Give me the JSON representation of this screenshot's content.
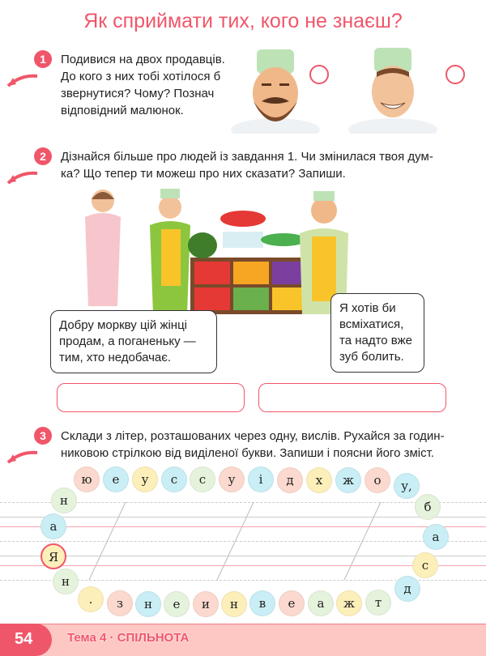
{
  "title": "Як сприймати тих, кого не знаєш?",
  "tasks": [
    {
      "num": "1",
      "lines": [
        "Подивися на двох продавців.",
        "До кого з них тобі хотілося б",
        "звернутися? Чому? Познач",
        "відповідний малюнок."
      ]
    },
    {
      "num": "2",
      "lines": [
        "Дізнайся більше про людей із завдання 1. Чи змінилася твоя дум-",
        "ка? Що тепер ти можеш про них сказати? Запиши."
      ]
    },
    {
      "num": "3",
      "lines": [
        "Склади з літер, розташованих через одну, вислів. Рухайся за годин-",
        "никовою стрілкою від виділеної букви. Запиши і поясни його зміст."
      ]
    }
  ],
  "bubbles": {
    "left": [
      "Добру моркву цій жінці",
      "продам, а поганеньку —",
      "тим, хто недобачає."
    ],
    "right": [
      "Я хотів би",
      "всміхатися,",
      "та надто вже",
      "зуб болить."
    ]
  },
  "letters": [
    {
      "ch": "ю",
      "c": "#fcd9cf"
    },
    {
      "ch": "е",
      "c": "#c9eef5"
    },
    {
      "ch": "у",
      "c": "#fdefb9"
    },
    {
      "ch": "с",
      "c": "#c9eef5"
    },
    {
      "ch": "с",
      "c": "#e6f3dc"
    },
    {
      "ch": "у",
      "c": "#fcd9cf"
    },
    {
      "ch": "і",
      "c": "#c9eef5"
    },
    {
      "ch": "д",
      "c": "#fcd9cf"
    },
    {
      "ch": "х",
      "c": "#fdefb9"
    },
    {
      "ch": "ж",
      "c": "#c9eef5"
    },
    {
      "ch": "о",
      "c": "#fcd9cf"
    },
    {
      "ch": "у,",
      "c": "#c9eef5"
    },
    {
      "ch": "б",
      "c": "#e6f3dc"
    },
    {
      "ch": "а",
      "c": "#c9eef5"
    },
    {
      "ch": "с",
      "c": "#fdefb9"
    },
    {
      "ch": "д",
      "c": "#c9eef5"
    },
    {
      "ch": "т",
      "c": "#e6f3dc"
    },
    {
      "ch": "ж",
      "c": "#fdefb9"
    },
    {
      "ch": "а",
      "c": "#e6f3dc"
    },
    {
      "ch": "е",
      "c": "#fcd9cf"
    },
    {
      "ch": "в",
      "c": "#c9eef5"
    },
    {
      "ch": "н",
      "c": "#fdefb9"
    },
    {
      "ch": "и",
      "c": "#fcd9cf"
    },
    {
      "ch": "е",
      "c": "#e6f3dc"
    },
    {
      "ch": "н",
      "c": "#c9eef5"
    },
    {
      "ch": "з",
      "c": "#fcd9cf"
    },
    {
      "ch": ".",
      "c": "#fdefb9"
    },
    {
      "ch": "н",
      "c": "#e6f3dc"
    },
    {
      "ch": "Я",
      "c": "#fdefb9",
      "highlight": true
    },
    {
      "ch": "а",
      "c": "#c9eef5"
    },
    {
      "ch": "н",
      "c": "#e6f3dc"
    }
  ],
  "footer": {
    "page": "54",
    "topic": "Тема 4 · СПІЛЬНОТА"
  },
  "colors": {
    "accent": "#f0566a",
    "footer_bg": "#fdc7c4"
  }
}
